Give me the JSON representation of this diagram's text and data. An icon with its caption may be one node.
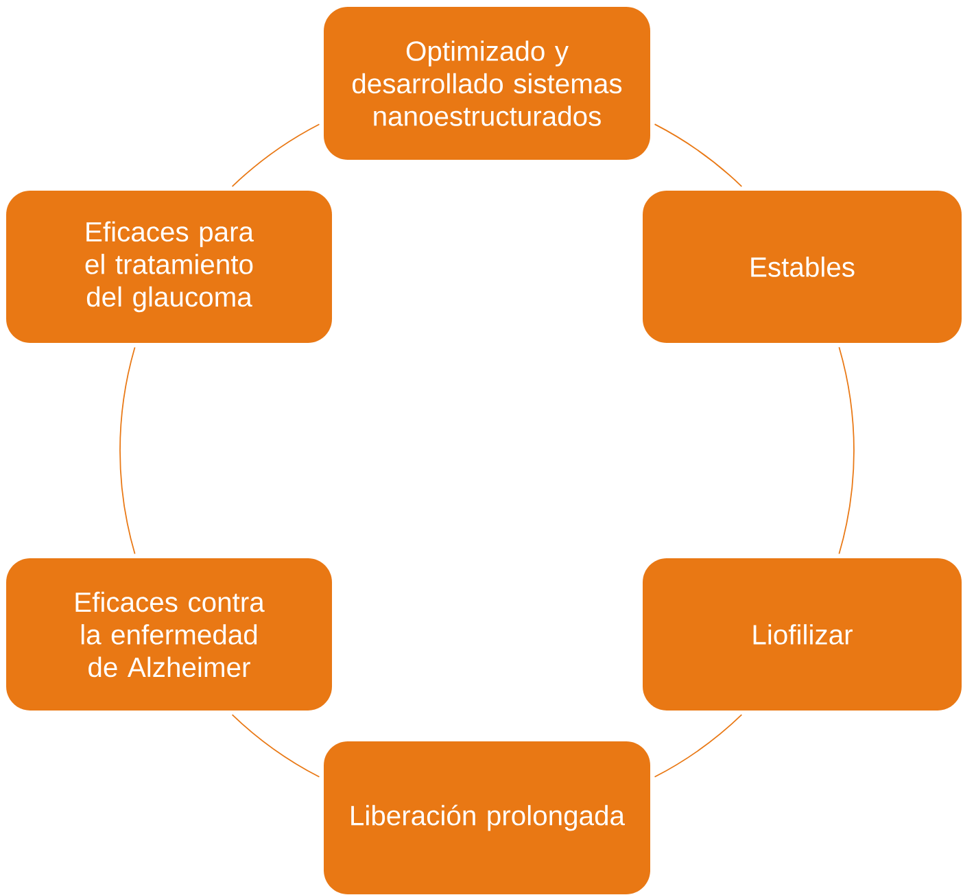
{
  "diagram": {
    "nodes": [
      {
        "text": [
          "Optimizado y desarrollado sistemas nanoestructurados"
        ]
      },
      {
        "text": [
          "Estables"
        ]
      },
      {
        "text": [
          "Liofilizar"
        ]
      },
      {
        "text": [
          "Liberación prolongada"
        ]
      },
      {
        "text": [
          "Eficaces contra la enfermedad de Alzheimer"
        ]
      },
      {
        "text": [
          "Eficaces para el tratamiento del glaucoma"
        ]
      }
    ],
    "edges": [
      {
        "from": 0,
        "to": 1,
        "arrow": "none"
      },
      {
        "from": 1,
        "to": 2,
        "arrow": "none"
      },
      {
        "from": 2,
        "to": 3,
        "arrow": "none"
      },
      {
        "from": 3,
        "to": 4,
        "arrow": "none"
      },
      {
        "from": 4,
        "to": 5,
        "arrow": "none"
      },
      {
        "from": 5,
        "to": 0,
        "arrow": "none"
      }
    ]
  }
}
